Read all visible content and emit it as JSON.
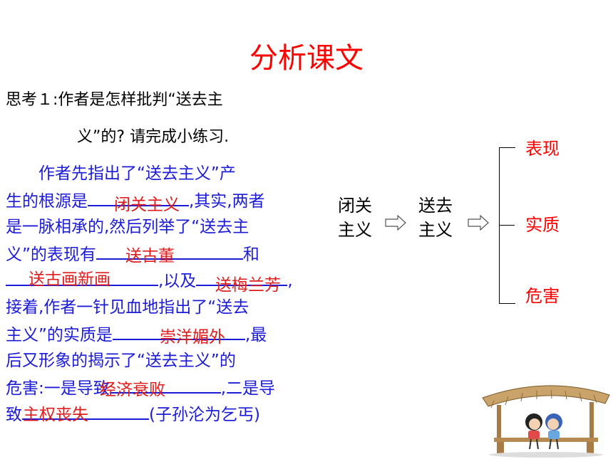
{
  "title": "分析课文",
  "question": {
    "line1": "思考１:作者是怎样批判“送去主",
    "line2": "义”的? 请完成小练习."
  },
  "paragraph": {
    "l1": "　　作者先指出了“送去主义”产",
    "l2a": "生的根源是",
    "l2b": ",其实,两者",
    "l3": "是一脉相承的,然后列举了“送去主",
    "l4a": "义”的表现有",
    "l4b": "和",
    "l5b": ",以及",
    "l5c": ",",
    "l6": "接着,作者一针见血地指出了“送去",
    "l7a": "主义”的实质是",
    "l7b": ",最",
    "l8": "后又形象的揭示了“送去主义”的",
    "l9a": "危害:一是导致",
    "l9b": ",二是导",
    "l10a": "致",
    "l10b": "(子孙沦为乞丐)"
  },
  "answers": {
    "a1": "闭关主义",
    "a2": "送古董",
    "a3": "送古画新画",
    "a4": "送梅兰芳",
    "a5": "崇洋媚外",
    "a6": "经济衰败",
    "a7": "主权丧失"
  },
  "diagram": {
    "node1_l1": "闭关",
    "node1_l2": "主义",
    "node2_l1": "送去",
    "node2_l2": "主义",
    "branch1": "表现",
    "branch2": "实质",
    "branch3": "危害"
  },
  "colors": {
    "title": "#ff0000",
    "paragraph": "#1b1bd8",
    "answer": "#e01b1b"
  }
}
